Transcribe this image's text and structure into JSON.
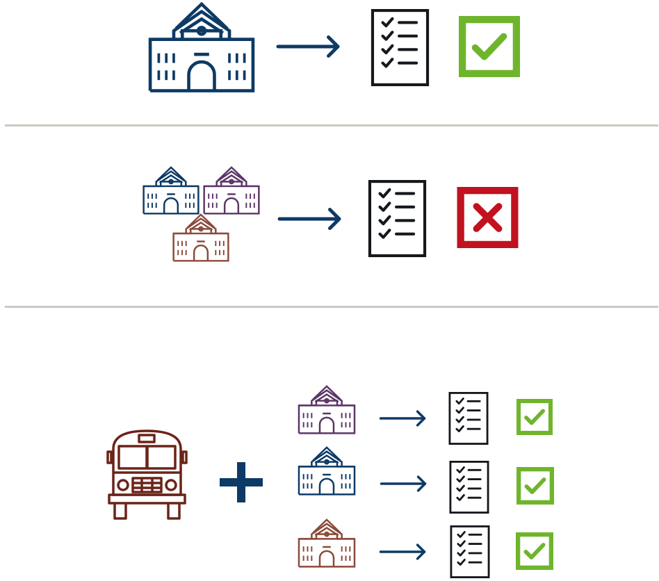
{
  "colors": {
    "navy": "#0d3a66",
    "purple": "#5c3566",
    "brown": "#8a4a3a",
    "bus": "#6b2418",
    "green": "#6fb52c",
    "red": "#c1121f",
    "ink": "#15181c",
    "divider": "#c9c9c2"
  },
  "rows": [
    {
      "id": "single-school",
      "schools": [
        {
          "color": "navy",
          "icon": "school-building-icon"
        }
      ],
      "arrow": "right-arrow-icon",
      "checklist": "checklist-icon",
      "result": "check"
    },
    {
      "id": "multiple-schools",
      "schools": [
        {
          "color": "navy",
          "icon": "school-building-icon"
        },
        {
          "color": "purple",
          "icon": "school-building-icon"
        },
        {
          "color": "brown",
          "icon": "school-building-icon"
        }
      ],
      "arrow": "right-arrow-icon",
      "checklist": "checklist-icon",
      "result": "cross"
    },
    {
      "id": "bus-plus-schools",
      "prefix_icons": [
        "school-bus-icon",
        "plus-icon"
      ],
      "items": [
        {
          "school_color": "purple",
          "result": "check"
        },
        {
          "school_color": "navy",
          "result": "check"
        },
        {
          "school_color": "brown",
          "result": "check"
        }
      ]
    }
  ]
}
